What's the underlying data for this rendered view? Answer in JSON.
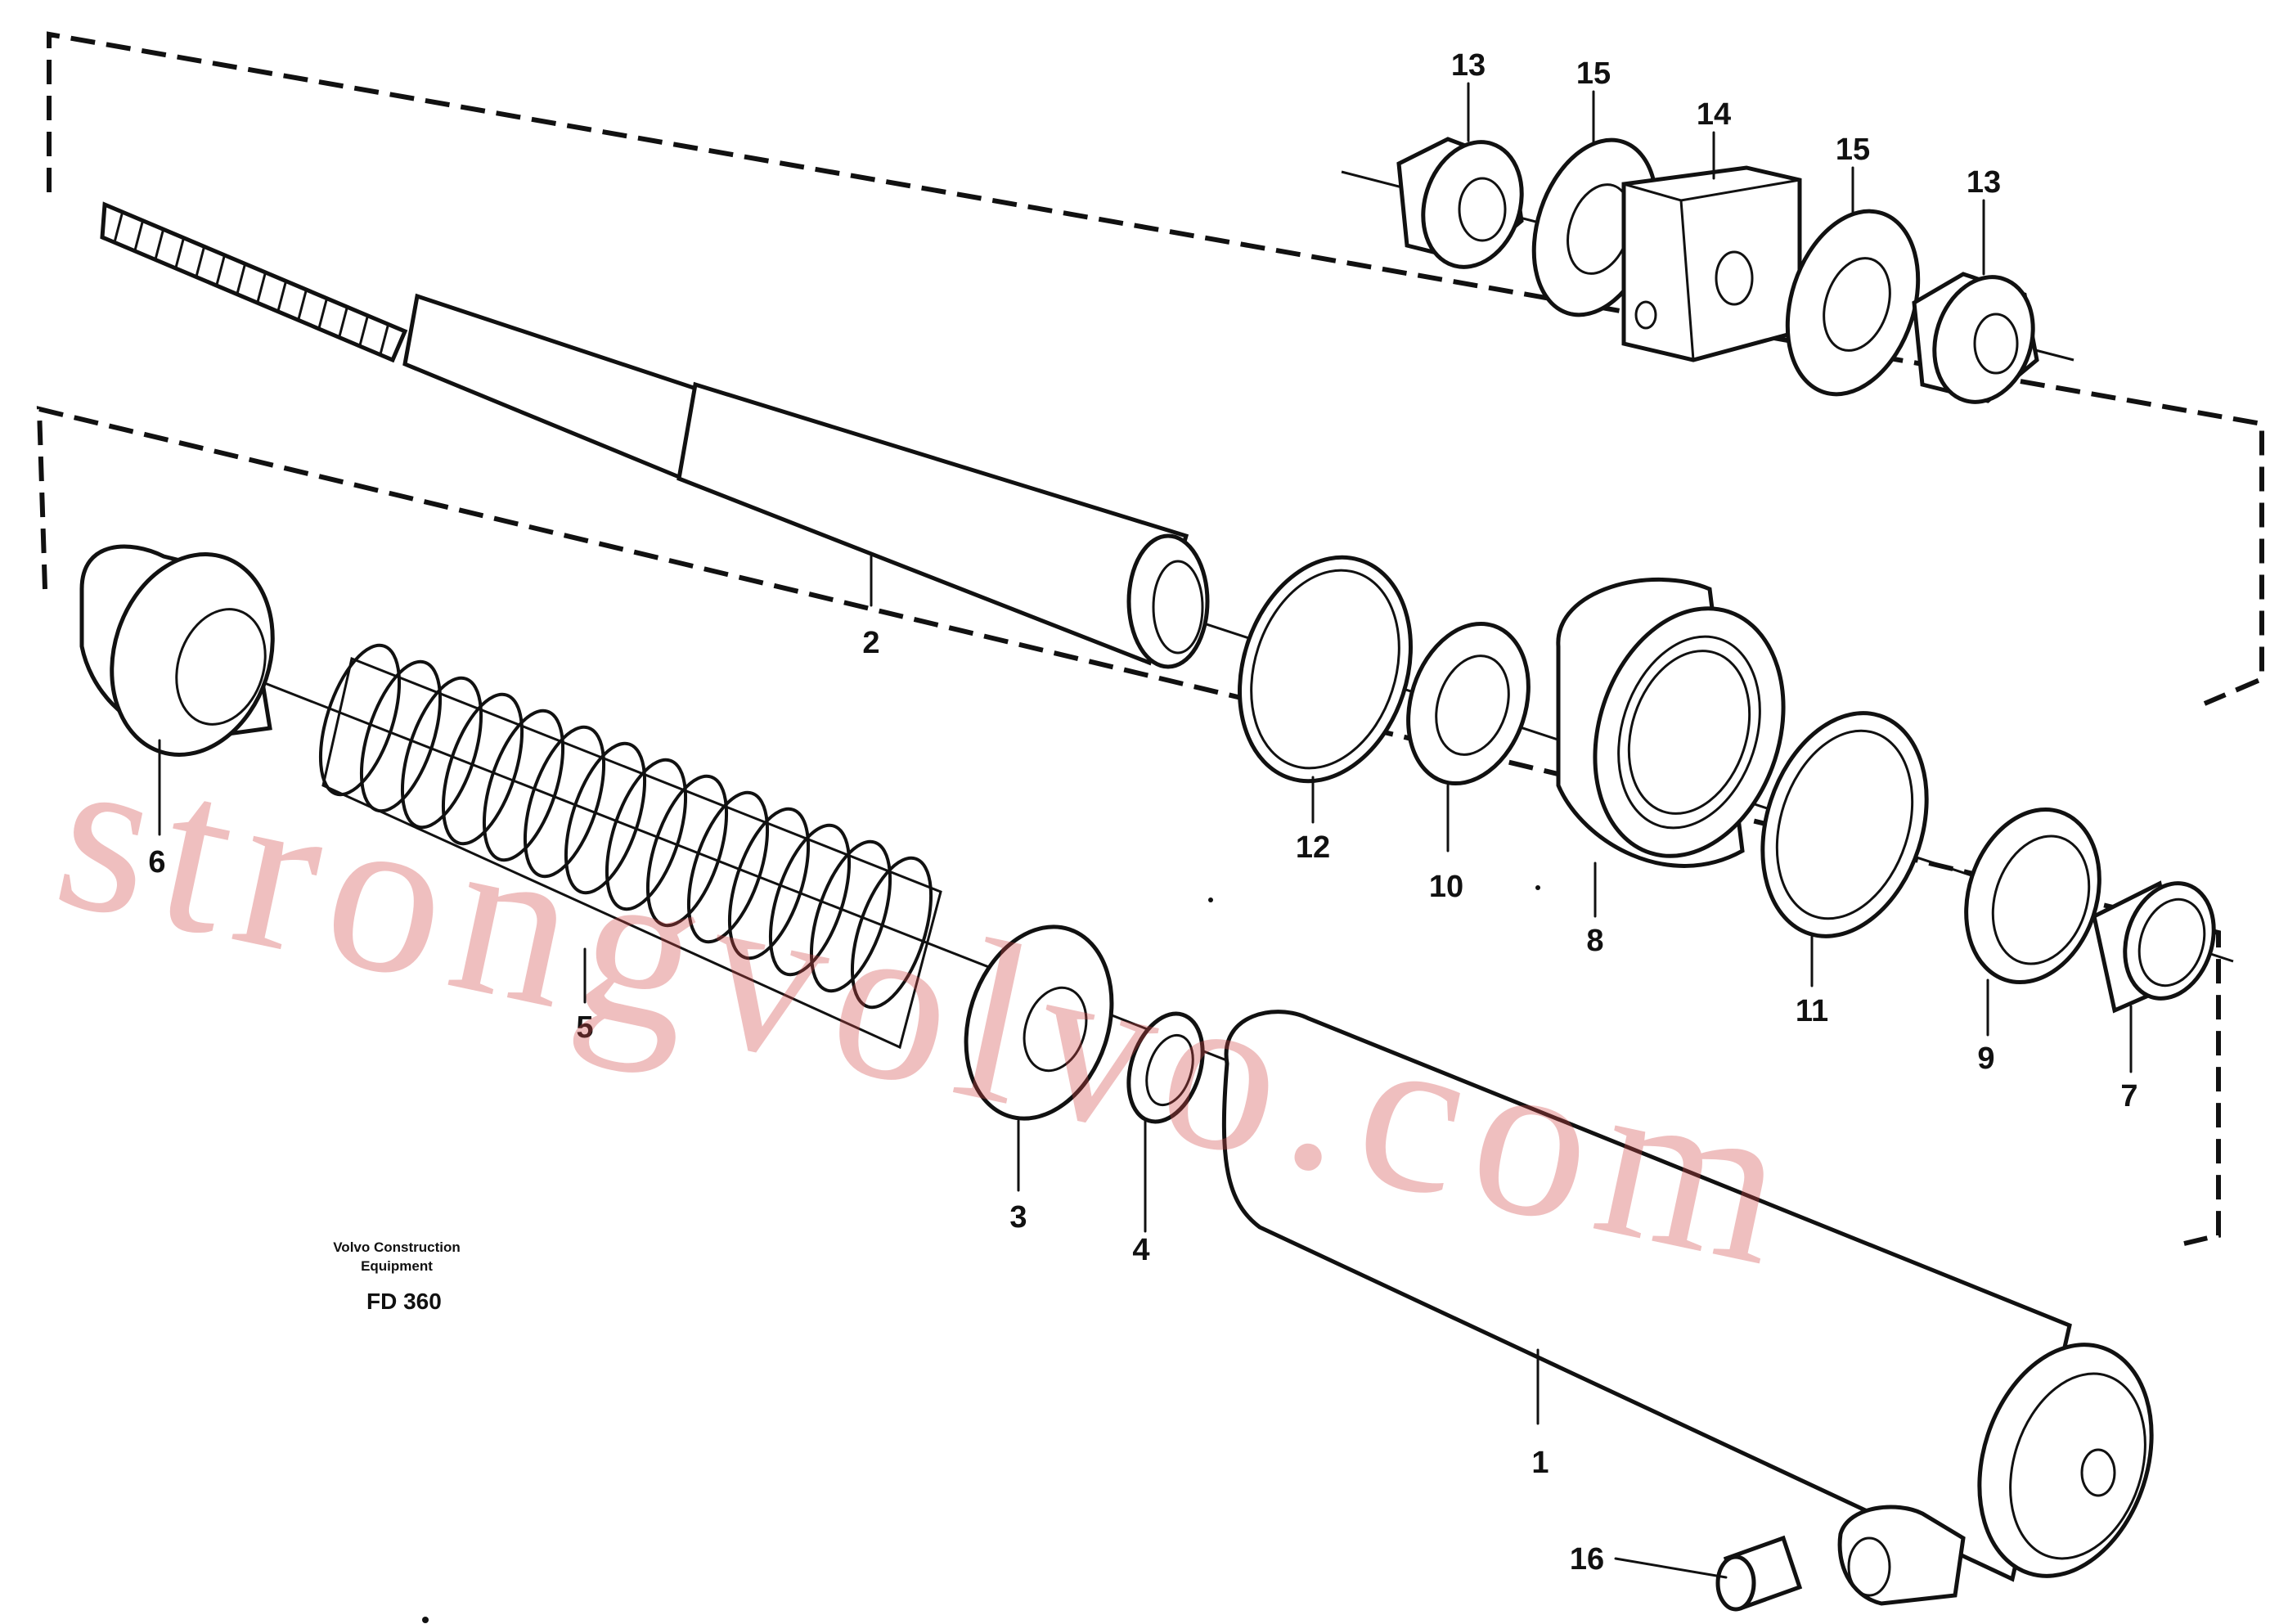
{
  "caption": {
    "maker_line1": "Volvo Construction",
    "maker_line2": "Equipment",
    "figure_code": "FD 360"
  },
  "watermark": "strongvolvo.com",
  "callouts": {
    "c1": "1",
    "c2": "2",
    "c3": "3",
    "c4": "4",
    "c5": "5",
    "c6": "6",
    "c7": "7",
    "c8": "8",
    "c9": "9",
    "c10": "10",
    "c11": "11",
    "c12": "12",
    "c13a": "13",
    "c13b": "13",
    "c14": "14",
    "c15a": "15",
    "c15b": "15",
    "c16": "16"
  },
  "colors": {
    "ink": "#111111",
    "watermark": "#d24848",
    "paper": "#ffffff"
  }
}
